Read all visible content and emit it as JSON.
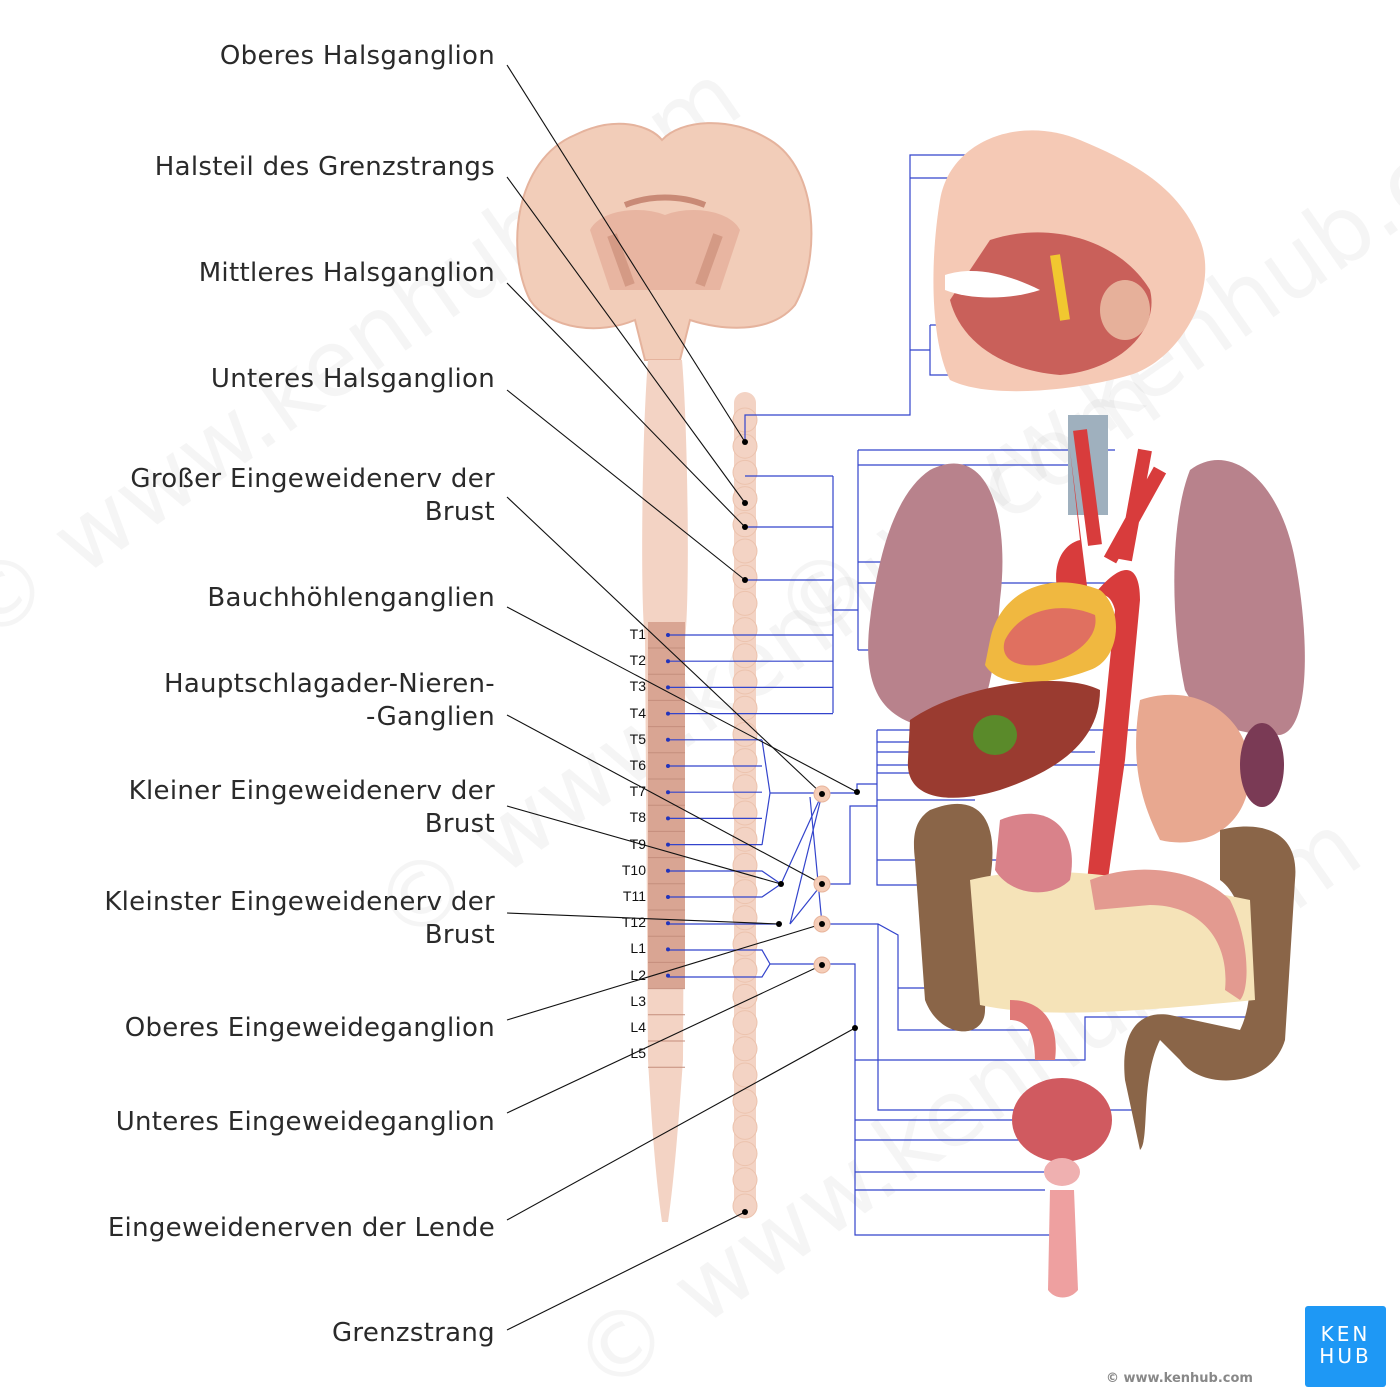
{
  "labels": [
    {
      "text": "Oberes Halsganglion"
    },
    {
      "text": "Halsteil des Grenzstrangs"
    },
    {
      "text": "Mittleres Halsganglion"
    },
    {
      "text": "Unteres Halsganglion"
    },
    {
      "text": "Großer Eingeweidenerv der\nBrust"
    },
    {
      "text": "Bauchhöhlenganglien"
    },
    {
      "text": "Hauptschlagader-Nieren-\n-Ganglien"
    },
    {
      "text": "Kleiner Eingeweidenerv der\nBrust"
    },
    {
      "text": "Kleinster Eingeweidenerv der\nBrust"
    },
    {
      "text": "Oberes Eingeweideganglion"
    },
    {
      "text": "Unteres Eingeweideganglion"
    },
    {
      "text": "Eingeweidenerven der Lende"
    },
    {
      "text": "Grenzstrang"
    }
  ],
  "vertebrae": [
    "T1",
    "T2",
    "T3",
    "T4",
    "T5",
    "T6",
    "T7",
    "T8",
    "T9",
    "T10",
    "T11",
    "T12",
    "L1",
    "L2",
    "L3",
    "L4",
    "L5"
  ],
  "watermark": "© www.kenhub.com",
  "logo": {
    "line1": "KEN",
    "line2": "HUB"
  },
  "copyright": "© www.kenhub.com",
  "colors": {
    "nerve_line": "#3344cc",
    "leader": "#111111",
    "brand": "#1e98f5",
    "spine": "#f3d3c4",
    "thoracic": "#d9a593"
  }
}
